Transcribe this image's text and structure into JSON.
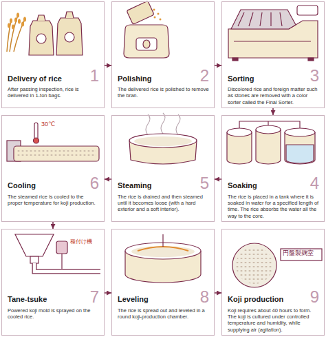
{
  "diagram": {
    "nodes": [
      {
        "text": [
          "Delivery of rice",
          "1",
          "After passing inspection, rice is delivered in 1-ton bags."
        ]
      },
      {
        "text": [
          "Polishing",
          "2",
          "The delivered rice is polished to remove the bran."
        ]
      },
      {
        "text": [
          "Sorting",
          "3",
          "Discolored rice and foreign matter such as stones are removed with a color sorter called the Final Sorter."
        ]
      },
      {
        "text": [
          "Soaking",
          "4",
          "The rice is placed in a tank where it is soaked in water for a specified length of time. The rice absorbs the water all the way to the core."
        ]
      },
      {
        "text": [
          "Steaming",
          "5",
          "The rice is drained and then steamed until it becomes loose (with a hard exterior and a soft interior)."
        ]
      },
      {
        "text": [
          "Cooling",
          "6",
          "The steamed rice is cooled to the proper temperature for koji production."
        ]
      },
      {
        "text": [
          "Tane-tsuke",
          "7",
          "Powered koji mold is sprayed on the cooled rice."
        ]
      },
      {
        "text": [
          "Leveling",
          "8",
          "The rice is spread out and leveled in a round koji-production chamber."
        ]
      },
      {
        "text": [
          "Koji production",
          "9",
          "Koji requires about 40 hours to form. The koji is cultured under controlled temperature and humidity, while supplying air (agitation)."
        ]
      }
    ],
    "edges": [
      {
        "from": 0,
        "to": 1,
        "arrow": "to"
      },
      {
        "from": 1,
        "to": 2,
        "arrow": "to"
      },
      {
        "from": 2,
        "to": 3,
        "arrow": "to"
      },
      {
        "from": 3,
        "to": 4,
        "arrow": "to"
      },
      {
        "from": 4,
        "to": 5,
        "arrow": "to"
      },
      {
        "from": 5,
        "to": 6,
        "arrow": "to"
      },
      {
        "from": 6,
        "to": 7,
        "arrow": "to"
      },
      {
        "from": 7,
        "to": 8,
        "arrow": "to"
      }
    ],
    "labels": [
      "30℃",
      "種付け機",
      "円盤製麹室"
    ]
  }
}
